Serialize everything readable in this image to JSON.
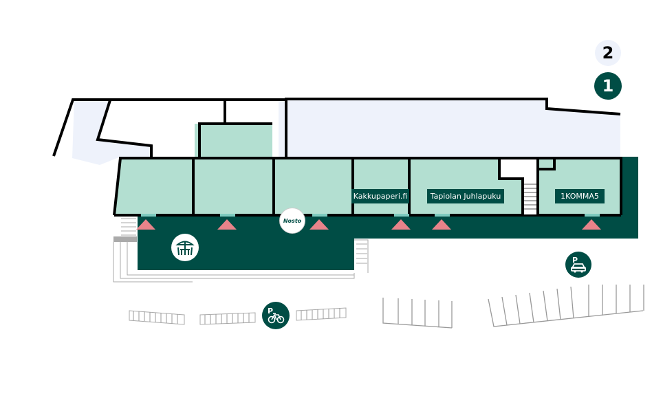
{
  "floors": [
    {
      "label": "2",
      "active": false
    },
    {
      "label": "1",
      "active": true
    }
  ],
  "stores": [
    {
      "label": "Kakkupaperi.fi"
    },
    {
      "label": "Tapiolan Juhlapuku"
    },
    {
      "label": "1KOMMA5"
    }
  ],
  "brand_logo": {
    "text": "Nosto"
  },
  "icons": {
    "terrace": "terrace-icon",
    "car_parking": "car-parking-icon",
    "bike_parking": "bike-parking-icon",
    "entrance": "entrance-arrow-icon"
  },
  "colors": {
    "dark_green": "#004d45",
    "store_fill": "#b3dfd1",
    "background_fill": "#eef2fb",
    "entrance": "#e8838a",
    "outline": "#000000"
  }
}
